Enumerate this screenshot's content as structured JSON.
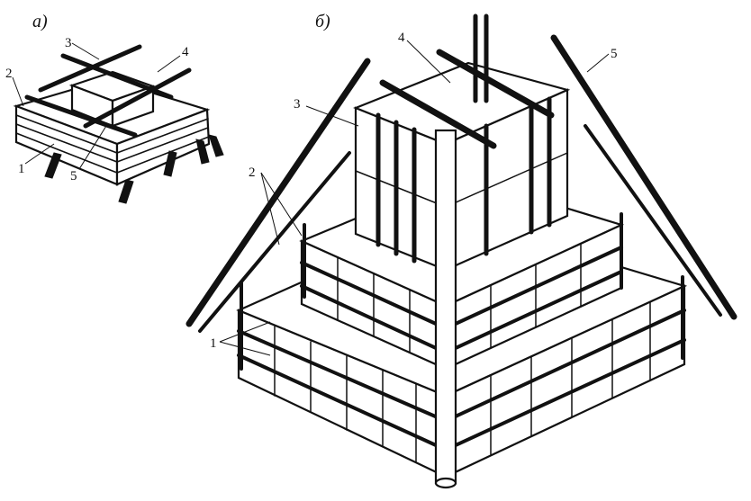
{
  "diagram": {
    "panels": [
      {
        "id": "a",
        "label": "а)"
      },
      {
        "id": "b",
        "label": "б)"
      }
    ],
    "callouts_a": [
      "1",
      "2",
      "3",
      "4",
      "5"
    ],
    "callouts_b": [
      "1",
      "2",
      "3",
      "4",
      "5"
    ]
  },
  "colors": {
    "ink": "#111111",
    "paper": "#ffffff"
  }
}
